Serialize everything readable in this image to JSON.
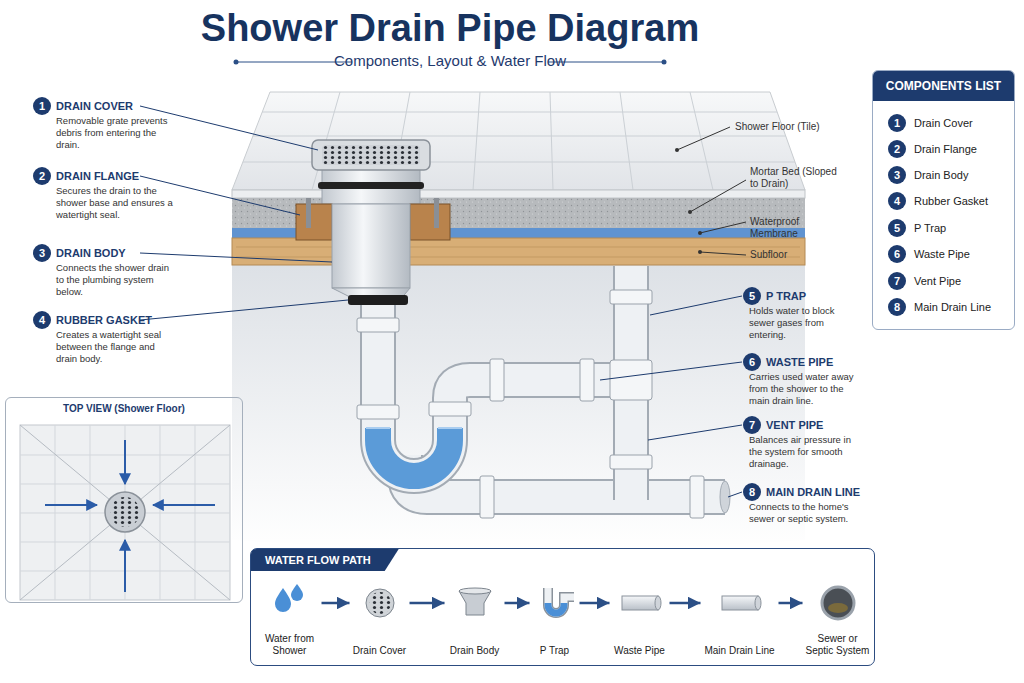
{
  "diagram": {
    "title": "Shower Drain Pipe Diagram",
    "nodes": [
      {
        "text": [
          "1",
          "DRAIN COVER",
          "Removable grate prevents debris from entering the drain."
        ]
      },
      {
        "text": [
          "2",
          "DRAIN FLANGE",
          "Secures the drain to the shower base and ensures a watertight seal."
        ]
      },
      {
        "text": [
          "3",
          "DRAIN BODY",
          "Connects the shower drain to the plumbing system below."
        ]
      },
      {
        "text": [
          "4",
          "RUBBER GASKET",
          "Creates a watertight seal between the flange and drain body."
        ]
      },
      {
        "text": [
          "COMPONENTS LIST"
        ]
      },
      {
        "text": [
          "1",
          "Drain Cover"
        ],
        "in": 4
      },
      {
        "text": [
          "2",
          "Drain Flange"
        ],
        "in": 4
      },
      {
        "text": [
          "3",
          "Drain Body"
        ],
        "in": 4
      },
      {
        "text": [
          "4",
          "Rubber Gasket"
        ],
        "in": 4
      },
      {
        "text": [
          "5",
          "P Trap"
        ],
        "in": 4
      },
      {
        "text": [
          "6",
          "Waste Pipe"
        ],
        "in": 4
      },
      {
        "text": [
          "7",
          "Vent Pipe"
        ],
        "in": 4
      },
      {
        "text": [
          "8",
          "Main Drain Line"
        ],
        "in": 4
      },
      {
        "text": [
          "5",
          "P TRAP",
          "Holds water to block sewer gases from entering."
        ]
      },
      {
        "text": [
          "6",
          "WASTE PIPE",
          "Carries used water away from the shower to the main drain line."
        ]
      },
      {
        "text": [
          "7",
          "VENT PIPE",
          "Balances air pressure in the system for smooth drainage."
        ]
      },
      {
        "text": [
          "8",
          "MAIN DRAIN LINE",
          "Connects to the home's sewer or septic system."
        ]
      },
      {
        "text": [
          "TOP VIEW (Shower Floor)"
        ]
      },
      {
        "text": [
          "WATER FLOW PATH"
        ]
      },
      {
        "text": [
          "Water from Shower"
        ],
        "in": 18
      },
      {
        "text": [
          "Drain Cover"
        ],
        "in": 18
      },
      {
        "text": [
          "Drain Body"
        ],
        "in": 18
      },
      {
        "text": [
          "P Trap"
        ],
        "in": 18
      },
      {
        "text": [
          "Waste Pipe"
        ],
        "in": 18
      },
      {
        "text": [
          "Main Drain Line"
        ],
        "in": 18
      },
      {
        "text": [
          "Sewer or Septic System"
        ],
        "in": 18
      }
    ],
    "edges": [
      {
        "from": 19,
        "to": 20,
        "arrow": "to"
      },
      {
        "from": 20,
        "to": 21,
        "arrow": "to"
      },
      {
        "from": 21,
        "to": 22,
        "arrow": "to"
      },
      {
        "from": 22,
        "to": 23,
        "arrow": "to"
      },
      {
        "from": 23,
        "to": 24,
        "arrow": "to"
      },
      {
        "from": 24,
        "to": 25,
        "arrow": "to"
      }
    ],
    "labels": [
      "Components, Layout & Water Flow",
      "Shower Floor (Tile)",
      "Mortar Bed (Sloped to Drain)",
      "Waterproof Membrane",
      "Subfloor"
    ]
  }
}
